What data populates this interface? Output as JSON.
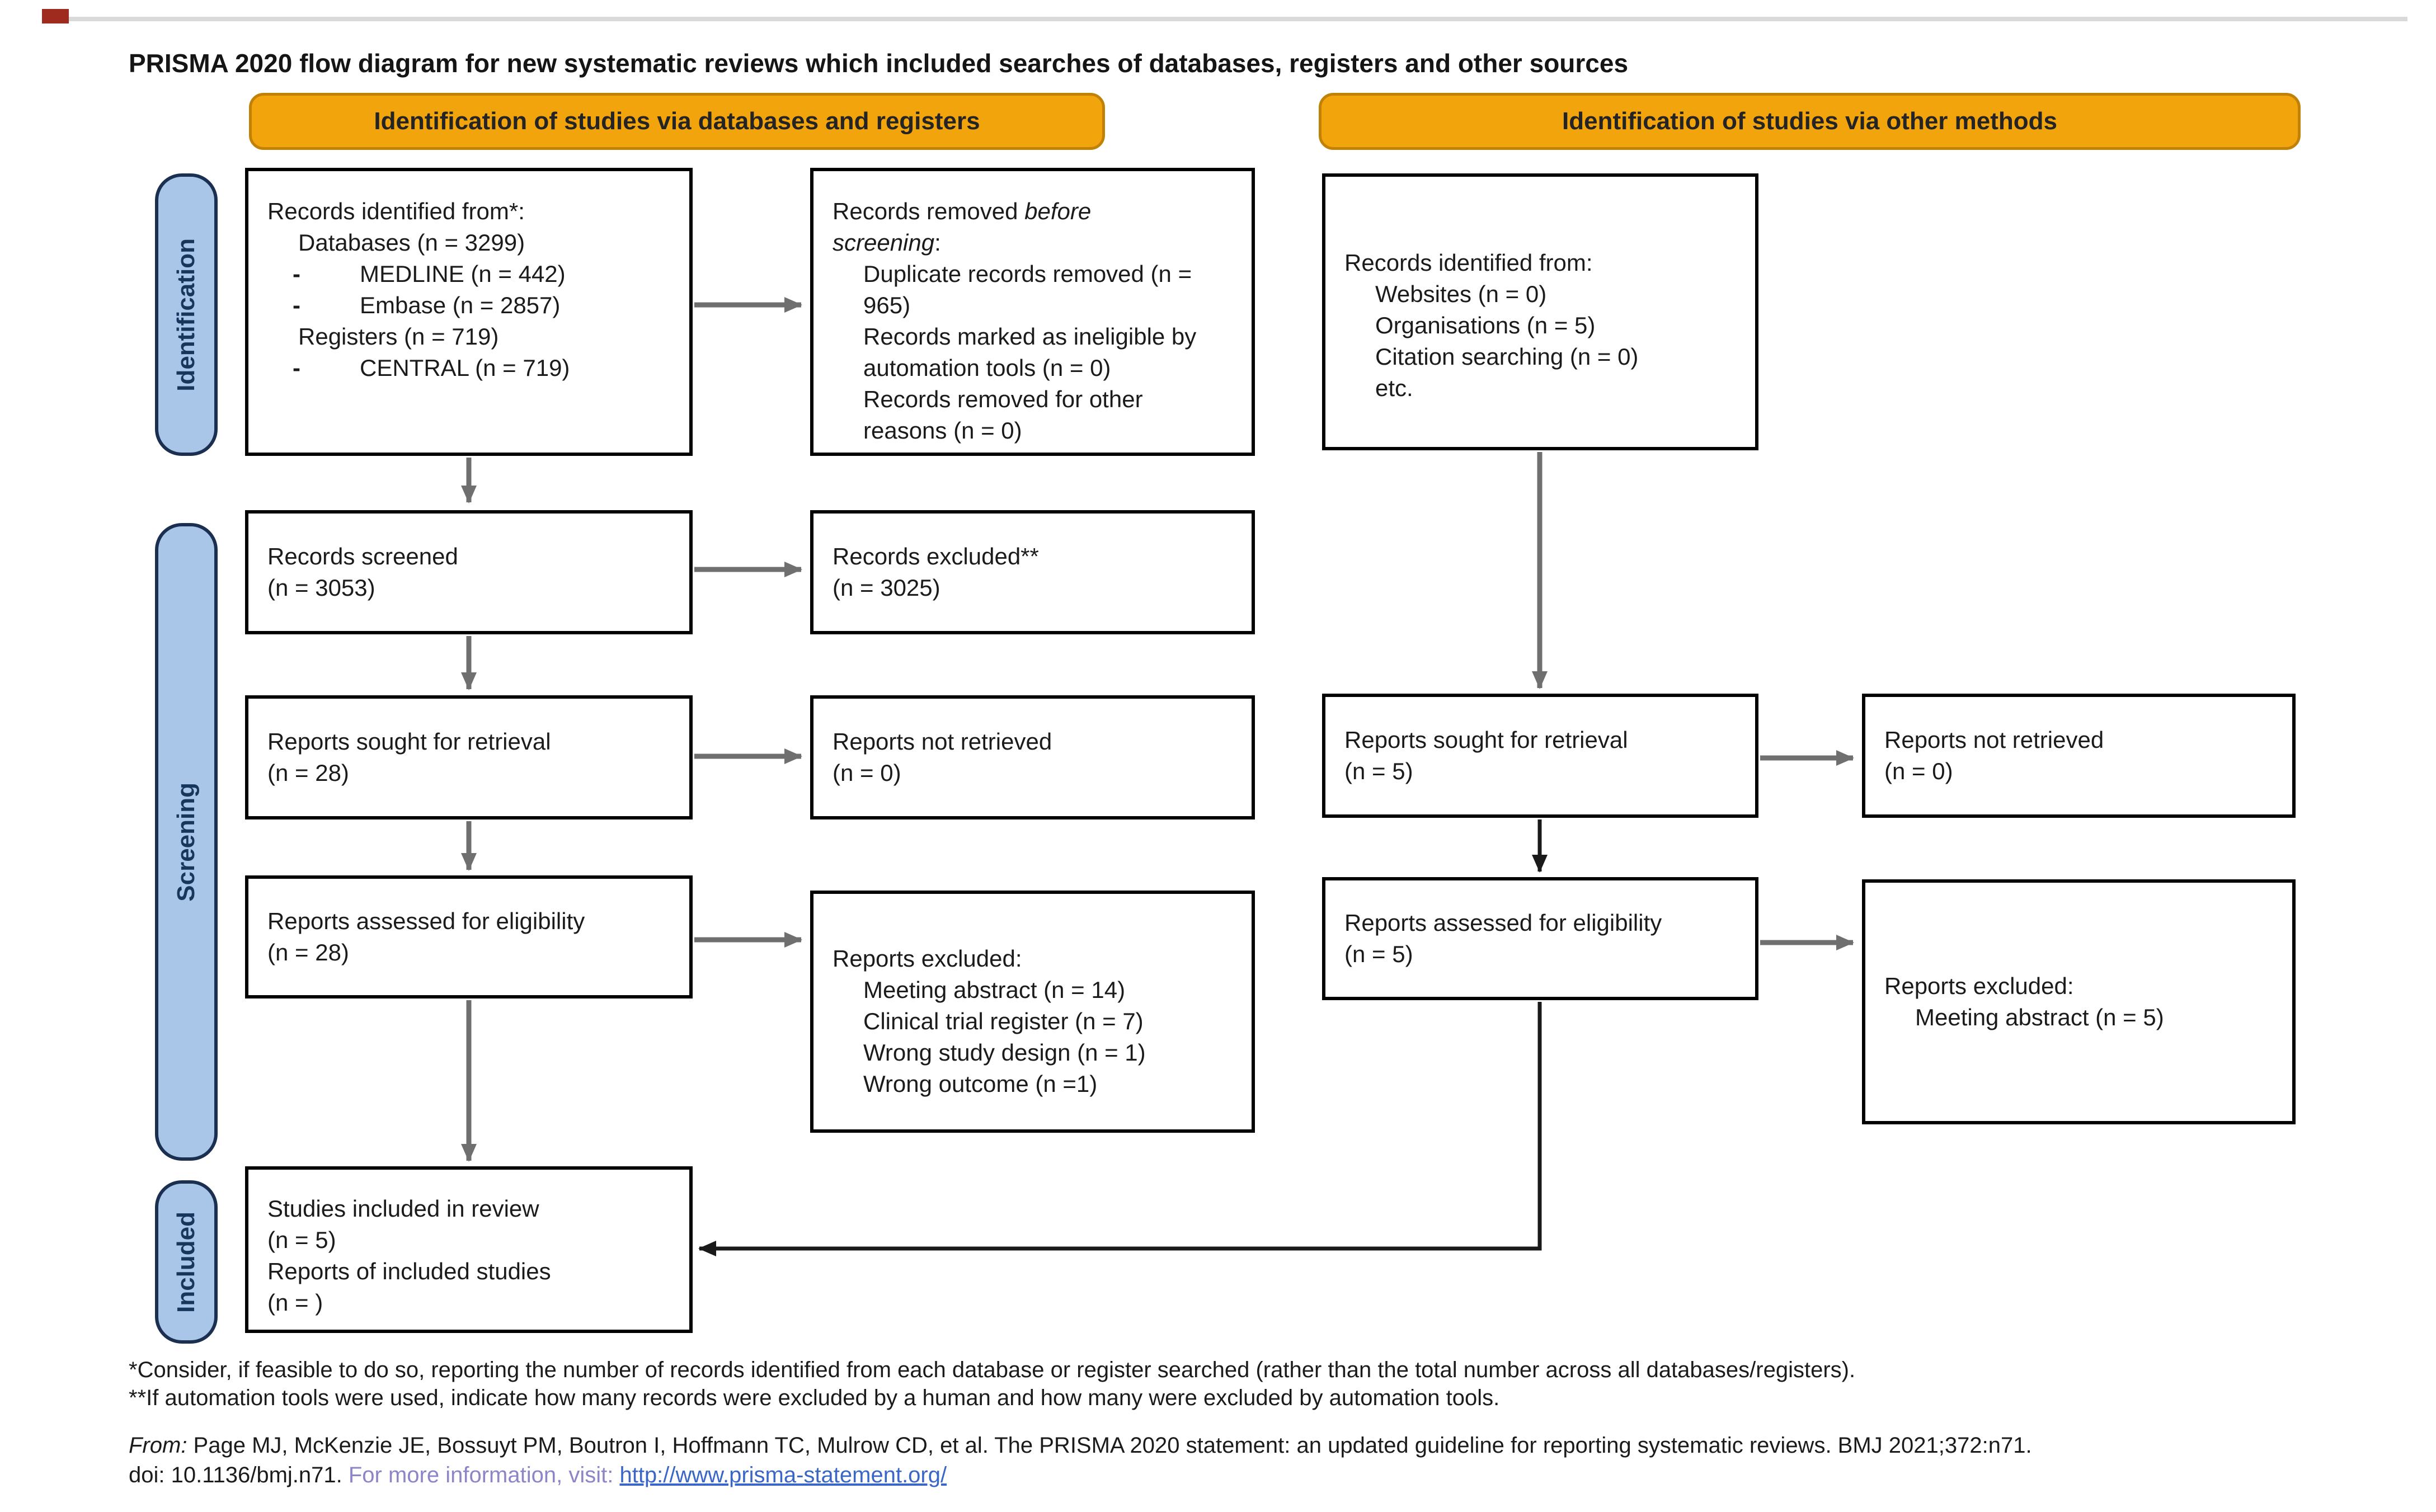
{
  "title": "PRISMA 2020 flow diagram for new systematic reviews which included searches of databases, registers and other sources",
  "colors": {
    "banner_orange": "#F1A40B",
    "banner_border": "#C08105",
    "sidebar_blue": "#A9C5E8",
    "sidebar_border": "#1B3050",
    "sidebar_text": "#16365C",
    "box_border": "#000000",
    "connector_gray": "#6F6F6F",
    "connector_black": "#1A1A1A",
    "visit_purple": "#8C85C7",
    "link_blue": "#3A66C6",
    "red_mark": "#9E2B1E"
  },
  "banners": {
    "databases_registers": "Identification of studies via databases and registers",
    "other_methods": "Identification of studies via other methods"
  },
  "sidebar": {
    "identification": "Identification",
    "screening": "Screening",
    "included": "Included"
  },
  "bullet_char": "-",
  "boxes": {
    "records_identified_db": {
      "line1": "Records identified from*:",
      "sub1": "Databases (n = 3299)",
      "bullet1": "MEDLINE (n = 442)",
      "bullet2": "Embase (n = 2857)",
      "sub2": "Registers (n = 719)",
      "bullet3": "CENTRAL (n = 719)"
    },
    "records_removed": {
      "line1_prefix": "Records removed ",
      "line1_italic": "before screening",
      "line1_suffix": ":",
      "item1": "Duplicate records removed  (n = 965)",
      "item2": "Records marked as ineligible by automation tools (n = 0)",
      "item3": "Records removed for other reasons (n = 0)"
    },
    "records_identified_other": {
      "line1": "Records identified from:",
      "item1": "Websites (n = 0)",
      "item2": "Organisations (n = 5)",
      "item3": "Citation searching (n = 0)",
      "item4": "etc."
    },
    "records_screened": {
      "line1": "Records screened",
      "line2": "(n = 3053)"
    },
    "records_excluded": {
      "line1": "Records excluded**",
      "line2": "(n = 3025)"
    },
    "reports_sought_db": {
      "line1": "Reports sought for retrieval",
      "line2": "(n = 28)"
    },
    "reports_not_retrieved_db": {
      "line1": "Reports not retrieved",
      "line2": "(n = 0)"
    },
    "reports_sought_other": {
      "line1": "Reports sought for retrieval",
      "line2": "(n = 5)"
    },
    "reports_not_retrieved_other": {
      "line1": "Reports not retrieved",
      "line2": "(n = 0)"
    },
    "reports_assessed_db": {
      "line1": "Reports assessed for eligibility",
      "line2": "(n = 28)"
    },
    "reports_excluded_db": {
      "line1": "Reports excluded:",
      "item1": "Meeting abstract (n = 14)",
      "item2": "Clinical trial register (n = 7)",
      "item3": "Wrong study design (n = 1)",
      "item4": "Wrong outcome (n =1)"
    },
    "reports_assessed_other": {
      "line1": "Reports assessed for eligibility",
      "line2": "(n = 5)"
    },
    "reports_excluded_other": {
      "line1": "Reports excluded:",
      "item1": "Meeting abstract (n = 5)"
    },
    "studies_included": {
      "line1": "Studies included in review",
      "line2": "(n = 5)",
      "line3": "Reports of included studies",
      "line4": "(n = )"
    }
  },
  "footnotes": {
    "note1": "*Consider, if feasible to do so, reporting the number of records identified from each database or register searched (rather than the total number across all databases/registers).",
    "note2": "**If automation tools were used, indicate how many records were excluded by a human and how many were excluded by automation tools."
  },
  "citation": {
    "from_label": "From:",
    "text": " Page MJ, McKenzie JE, Bossuyt PM, Boutron I, Hoffmann TC, Mulrow CD, et al. The PRISMA 2020 statement: an updated guideline for reporting systematic reviews. BMJ 2021;372:n71.",
    "doi": "doi: 10.1136/bmj.n71. ",
    "visit": "For more information, visit: ",
    "link": "http://www.prisma-statement.org/"
  }
}
